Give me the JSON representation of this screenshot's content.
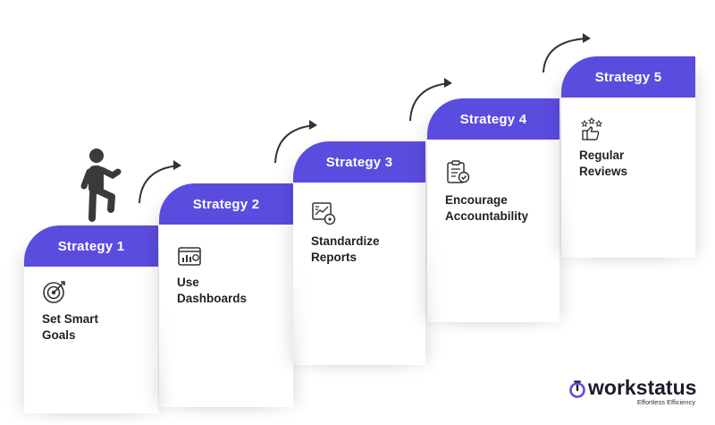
{
  "steps": [
    {
      "title": "Strategy 1",
      "lines": [
        "Set Smart",
        "Goals"
      ],
      "icon": "target-icon"
    },
    {
      "title": "Strategy 2",
      "lines": [
        "Use",
        "Dashboards"
      ],
      "icon": "dashboard-icon"
    },
    {
      "title": "Strategy 3",
      "lines": [
        "Standardize",
        "Reports"
      ],
      "icon": "report-chart-icon"
    },
    {
      "title": "Strategy 4",
      "lines": [
        "Encourage",
        "Accountability"
      ],
      "icon": "clipboard-check-icon"
    },
    {
      "title": "Strategy 5",
      "lines": [
        "Regular",
        "Reviews"
      ],
      "icon": "thumbs-up-stars-icon"
    }
  ],
  "figure_icon": "walking-person-icon",
  "logo": {
    "brand": "workstatus",
    "tagline": "Effortless Efficiency"
  },
  "colors": {
    "accent": "#5b4ce0",
    "text": "#222222",
    "arrow": "#333333"
  }
}
